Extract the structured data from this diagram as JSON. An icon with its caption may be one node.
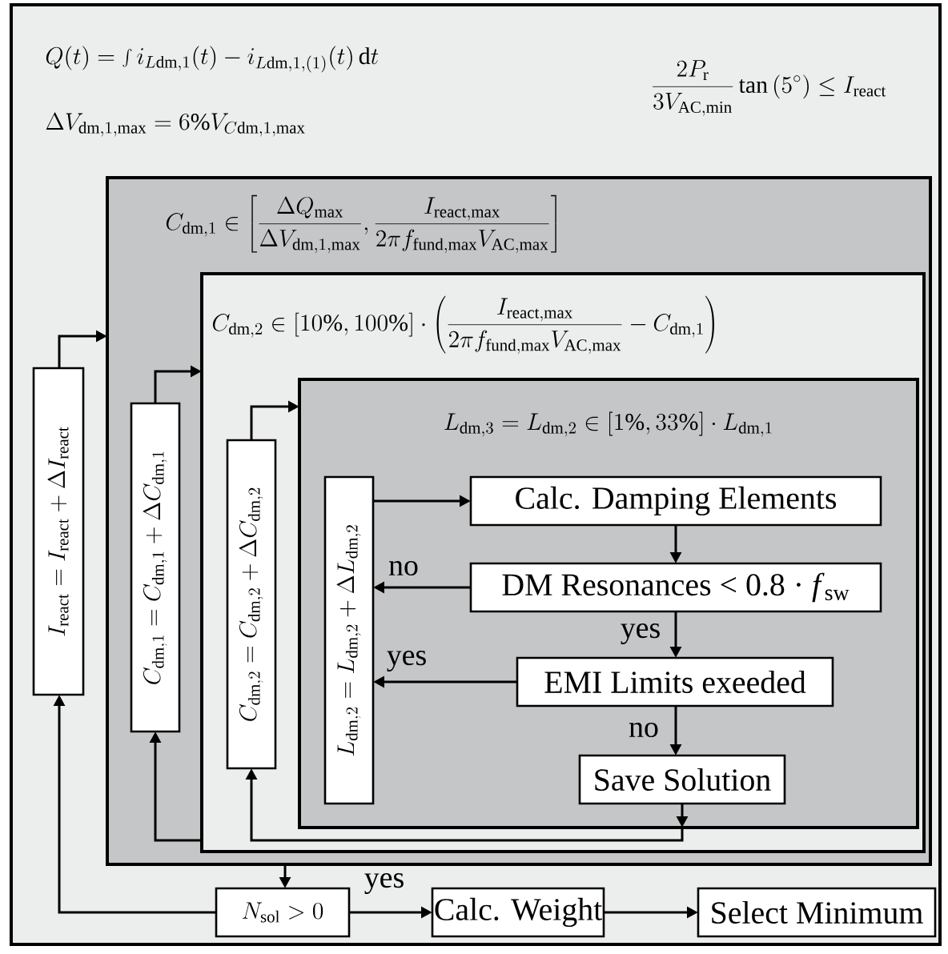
{
  "diagram": {
    "nodes": [
      {
        "text": [
          "Q(t) = \\int i_{L\\mathrm{dm},1}(t) - i_{L\\mathrm{dm},1,(1)}(t)\\,\\mathrm{d}t",
          "\\Delta V_{\\mathrm{dm},1,\\max} = 6\\% V_{C\\mathrm{dm},1,\\max}",
          "\\frac{2P_\\mathrm{r}}{3V_{\\mathrm{AC},\\min}}\\tan\\left(5^\\circ\\right) \\le I_\\mathrm{react}"
        ]
      },
      {
        "text": [
          "C_{\\mathrm{dm},1} \\in \\left[\\frac{\\Delta Q_{\\max}}{\\Delta V_{\\mathrm{dm},1,\\max}}, \\frac{I_{\\mathrm{react},\\max}}{2\\pi f_{\\mathrm{fund},\\max} V_{\\mathrm{AC},\\max}}\\right]"
        ],
        "in": 0
      },
      {
        "text": [
          "C_{\\mathrm{dm},2} \\in [10\\%, 100\\%] \\cdot \\left(\\frac{I_{\\mathrm{react},\\max}}{2\\pi f_{\\mathrm{fund},\\max} V_{\\mathrm{AC},\\max}} - C_{\\mathrm{dm},1}\\right)"
        ],
        "in": 1
      },
      {
        "text": [
          "L_{\\mathrm{dm},3} = L_{\\mathrm{dm},2} \\in [1\\%, 33\\%] \\cdot L_{\\mathrm{dm},1}"
        ],
        "in": 2
      },
      {
        "text": [
          "I_\\mathrm{react} = I_\\mathrm{react} + \\Delta I_\\mathrm{react}"
        ],
        "in": 0
      },
      {
        "text": [
          "C_{\\mathrm{dm},1} = C_{\\mathrm{dm},1} + \\Delta C_{\\mathrm{dm},1}"
        ],
        "in": 1
      },
      {
        "text": [
          "C_{\\mathrm{dm},2} = C_{\\mathrm{dm},2} + \\Delta C_{\\mathrm{dm},2}"
        ],
        "in": 2
      },
      {
        "text": [
          "L_{\\mathrm{dm},2} = L_{\\mathrm{dm},2} + \\Delta L_{\\mathrm{dm},2}"
        ],
        "in": 3
      },
      {
        "text": [
          "Calc. Damping Elements"
        ],
        "in": 3
      },
      {
        "text": [
          "DM Resonances < 0.8 · *f*$_{sw}$"
        ],
        "in": 3
      },
      {
        "text": [
          "EMI Limits exeeded"
        ],
        "in": 3
      },
      {
        "text": [
          "Save Solution"
        ],
        "in": 3
      },
      {
        "text": [
          "N_\\mathrm{sol} > 0"
        ],
        "in": 0
      },
      {
        "text": [
          "Calc. Weight"
        ],
        "in": 0
      },
      {
        "text": [
          "Select Minimum"
        ],
        "in": 0
      }
    ],
    "edges": [
      {
        "from": 4,
        "to": 1,
        "arrow": "to"
      },
      {
        "from": 5,
        "to": 2,
        "arrow": "to"
      },
      {
        "from": 6,
        "to": 3,
        "arrow": "to"
      },
      {
        "from": 7,
        "to": 8,
        "arrow": "to"
      },
      {
        "from": 8,
        "to": 9,
        "arrow": "to"
      },
      {
        "from": 9,
        "to": 7,
        "arrow": "to",
        "label": "no"
      },
      {
        "from": 9,
        "to": 10,
        "arrow": "to",
        "label": "yes"
      },
      {
        "from": 10,
        "to": 7,
        "arrow": "to",
        "label": "yes"
      },
      {
        "from": 10,
        "to": 11,
        "arrow": "to",
        "label": "no"
      },
      {
        "from": 11,
        "to": 3,
        "arrow": "to"
      },
      {
        "from": 3,
        "to": 6,
        "arrow": "to"
      },
      {
        "from": 2,
        "to": 5,
        "arrow": "to"
      },
      {
        "from": 1,
        "to": 12,
        "arrow": "to"
      },
      {
        "from": 12,
        "to": 4,
        "arrow": "to"
      },
      {
        "from": 12,
        "to": 13,
        "arrow": "to",
        "label": "yes"
      },
      {
        "from": 13,
        "to": 14,
        "arrow": "to"
      }
    ]
  }
}
